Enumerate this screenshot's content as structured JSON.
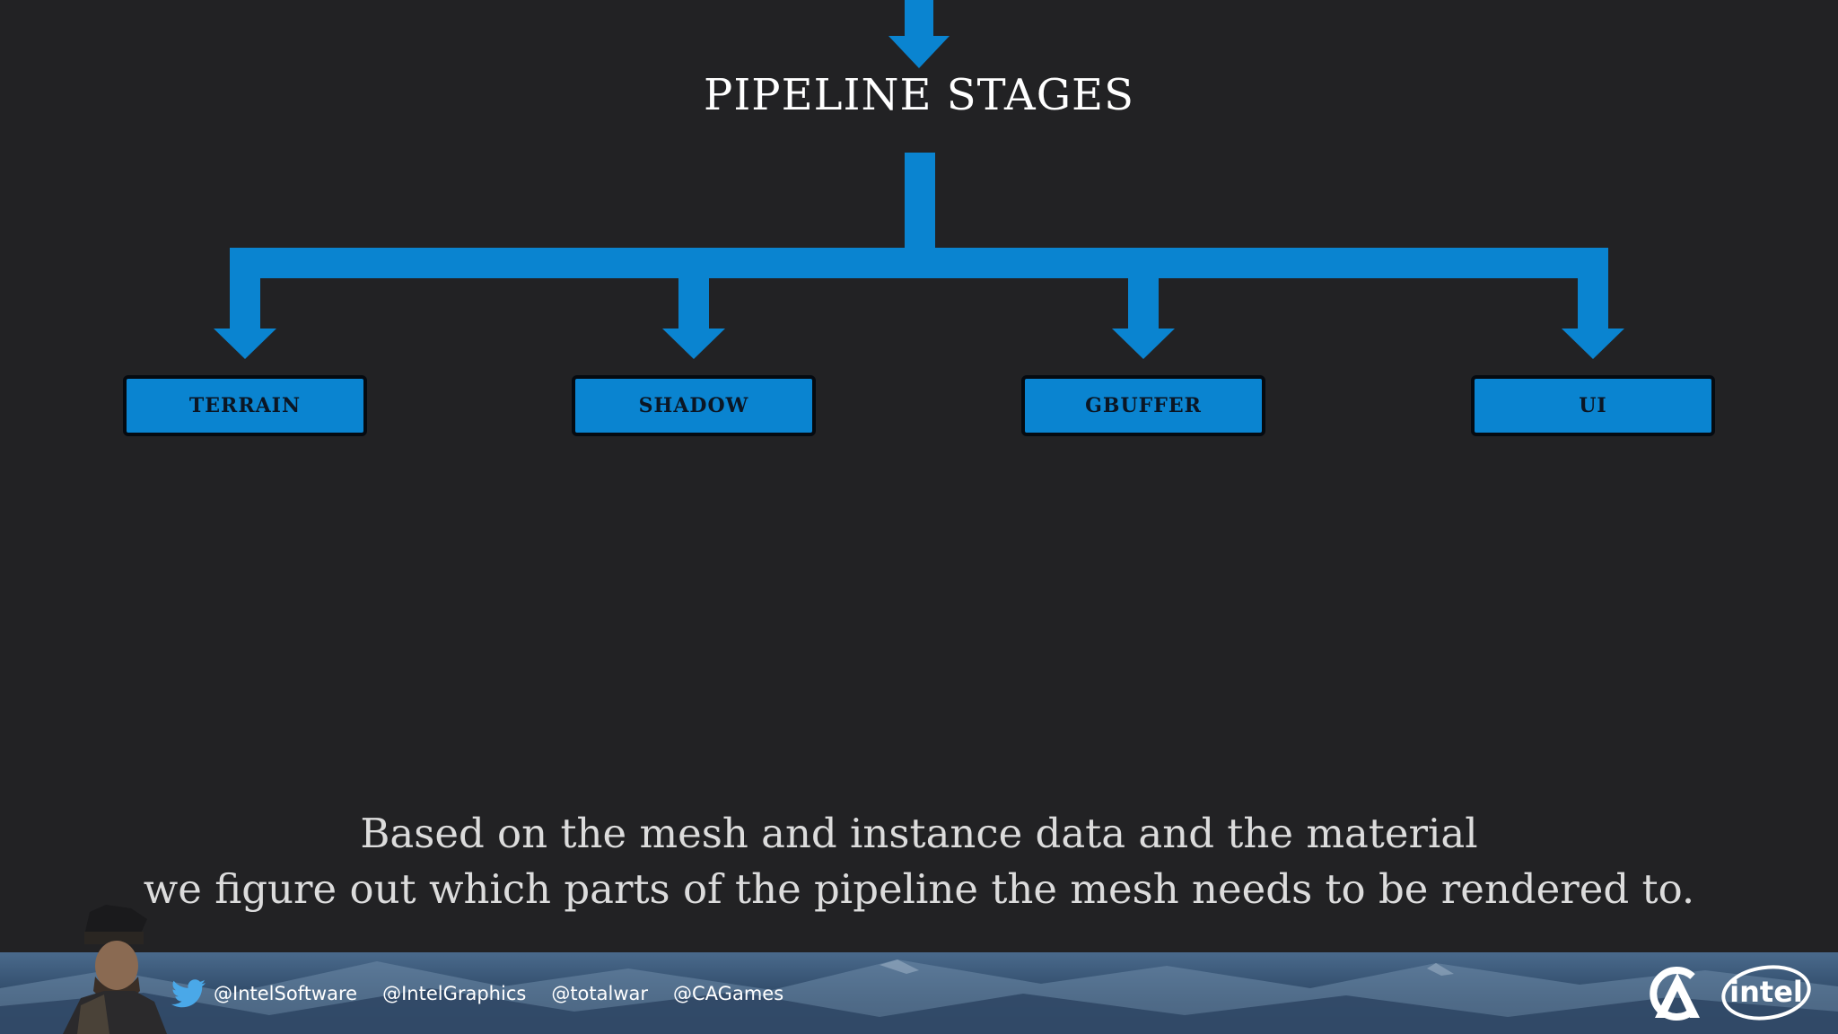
{
  "diagram": {
    "title": "PIPELINE STAGES",
    "stages": [
      {
        "label": "TERRAIN"
      },
      {
        "label": "SHADOW"
      },
      {
        "label": "GBUFFER"
      },
      {
        "label": "UI"
      }
    ],
    "arrow_color": "#0a84d0",
    "box_color": "#0a84d0"
  },
  "caption": {
    "line1": "Based on the mesh and instance data and the material",
    "line2": "we figure out which parts of the pipeline the mesh needs to be rendered to."
  },
  "footer": {
    "handles": [
      "@IntelSoftware",
      "@IntelGraphics",
      "@totalwar",
      "@CAGames"
    ],
    "social_icon": "twitter-bird-icon",
    "intel_logo_text": "intel"
  }
}
